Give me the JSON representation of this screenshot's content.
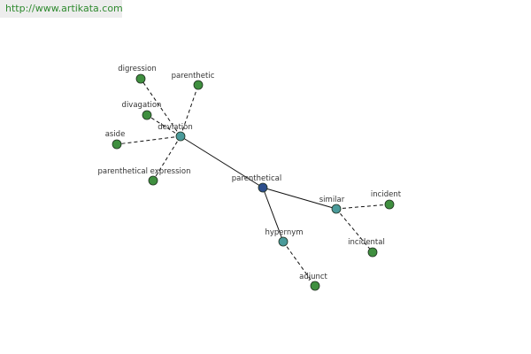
{
  "banner": {
    "url_text": "http://www.artikata.com"
  },
  "colors": {
    "center_node": "#2d4e8c",
    "hub_node": "#4a9a9a",
    "leaf_node": "#3f8f3f",
    "banner_text": "#2f8a2f"
  },
  "graph": {
    "nodes": [
      {
        "id": "parenthetical",
        "label": "parenthetical",
        "kind": "center"
      },
      {
        "id": "deviation",
        "label": "deviation",
        "kind": "hub"
      },
      {
        "id": "similar",
        "label": "similar",
        "kind": "hub"
      },
      {
        "id": "hypernym",
        "label": "hypernym",
        "kind": "hub"
      },
      {
        "id": "digression",
        "label": "digression",
        "kind": "leaf"
      },
      {
        "id": "parenthetic",
        "label": "parenthetic",
        "kind": "leaf"
      },
      {
        "id": "divagation",
        "label": "divagation",
        "kind": "leaf"
      },
      {
        "id": "aside",
        "label": "aside",
        "kind": "leaf"
      },
      {
        "id": "parenthetical-expression",
        "label": "parenthetical expression",
        "kind": "leaf"
      },
      {
        "id": "incident",
        "label": "incident",
        "kind": "leaf"
      },
      {
        "id": "incidental",
        "label": "incidental",
        "kind": "leaf"
      },
      {
        "id": "adjunct",
        "label": "adjunct",
        "kind": "leaf"
      }
    ],
    "edges": [
      {
        "from": "parenthetical",
        "to": "deviation",
        "style": "solid"
      },
      {
        "from": "parenthetical",
        "to": "similar",
        "style": "solid"
      },
      {
        "from": "parenthetical",
        "to": "hypernym",
        "style": "solid"
      },
      {
        "from": "deviation",
        "to": "digression",
        "style": "dashed"
      },
      {
        "from": "deviation",
        "to": "parenthetic",
        "style": "dashed"
      },
      {
        "from": "deviation",
        "to": "divagation",
        "style": "dashed"
      },
      {
        "from": "deviation",
        "to": "aside",
        "style": "dashed"
      },
      {
        "from": "deviation",
        "to": "parenthetical-expression",
        "style": "dashed"
      },
      {
        "from": "similar",
        "to": "incident",
        "style": "dashed"
      },
      {
        "from": "similar",
        "to": "incidental",
        "style": "dashed"
      },
      {
        "from": "hypernym",
        "to": "adjunct",
        "style": "dashed"
      }
    ]
  }
}
